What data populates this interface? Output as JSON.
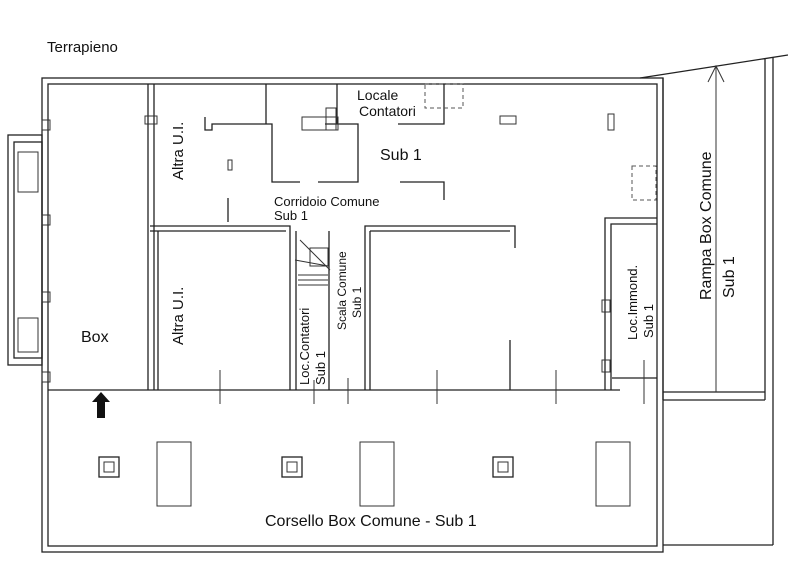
{
  "labels": {
    "terrapieno": "Terrapieno",
    "box": "Box",
    "altra_ui_top": "Altra U.I.",
    "altra_ui_bottom": "Altra U.I.",
    "locale_contatori_1": "Locale",
    "locale_contatori_2": "Contatori",
    "sub1_room": "Sub 1",
    "corridoio_1": "Corridoio Comune",
    "corridoio_2": "Sub 1",
    "loc_contatori_1": "Loc.Contatori",
    "loc_contatori_2": "Sub 1",
    "scala_1": "Scala Comune",
    "scala_2": "Sub 1",
    "loc_immond_1": "Loc.Immond.",
    "loc_immond_2": "Sub 1",
    "rampa_1": "Rampa Box Comune",
    "rampa_2": "Sub 1",
    "corsello": "Corsello Box Comune - Sub 1"
  }
}
